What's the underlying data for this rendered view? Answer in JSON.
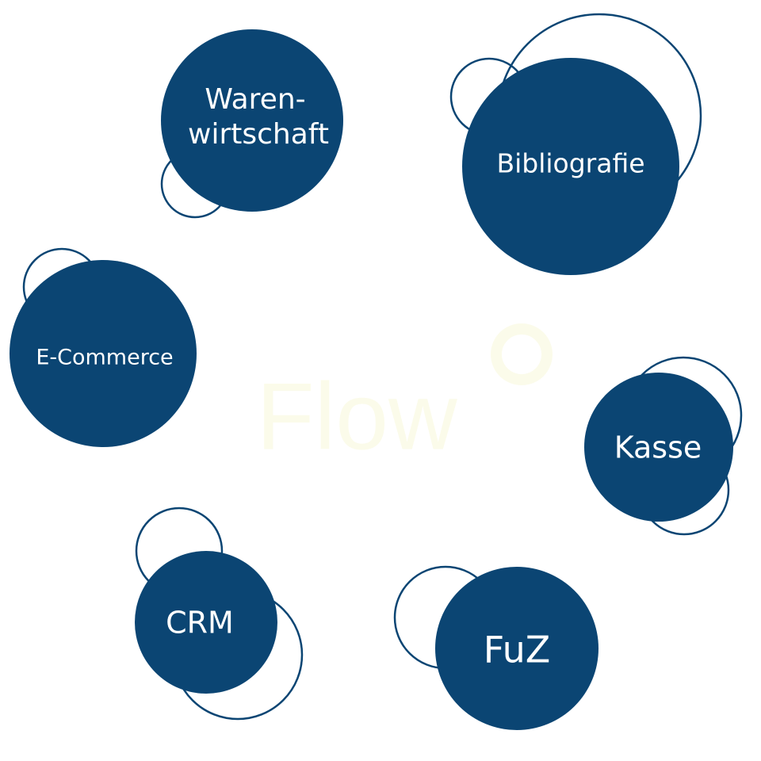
{
  "watermark": {
    "text": "Flow"
  },
  "nodes": [
    {
      "id": "warenwirtschaft",
      "lines": [
        "Waren-",
        "wirtschaft"
      ]
    },
    {
      "id": "bibliografie",
      "lines": [
        "Bibliografie"
      ]
    },
    {
      "id": "e-commerce",
      "lines": [
        "E-Commerce"
      ]
    },
    {
      "id": "kasse",
      "lines": [
        "Kasse"
      ]
    },
    {
      "id": "crm",
      "lines": [
        "CRM"
      ]
    },
    {
      "id": "fuz",
      "lines": [
        "FuZ"
      ]
    }
  ],
  "colors": {
    "primary": "#0b4573",
    "label": "#ffffff",
    "watermark": "#fbfbea"
  }
}
